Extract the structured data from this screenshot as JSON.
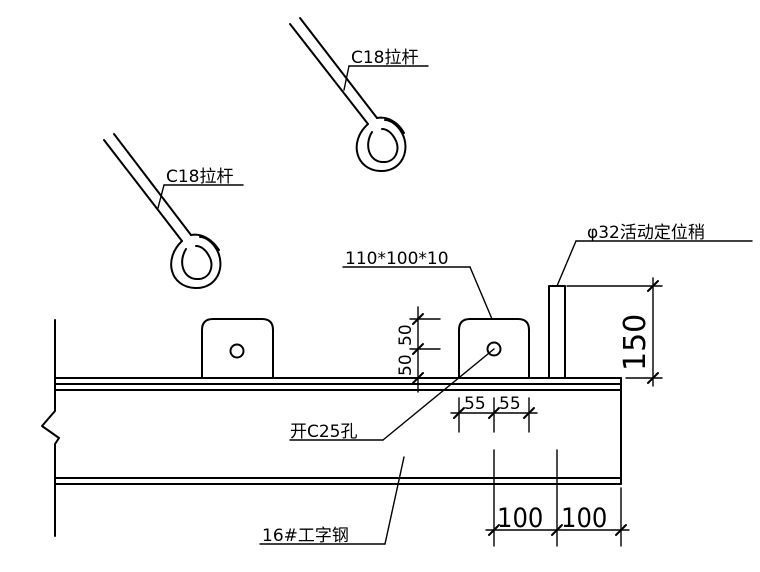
{
  "labels": {
    "rod_top": "C18拉杆",
    "rod_left": "C18拉杆",
    "plate_size": "110*100*10",
    "pin": "φ32活动定位稍",
    "hole": "开C25孔",
    "beam": "16#工字钢"
  },
  "dimensions": {
    "plate_upper": "50",
    "plate_lower": "50",
    "hole_left": "55",
    "hole_right": "55",
    "pin_height": "150",
    "spacing_left": "100",
    "spacing_right": "100"
  }
}
